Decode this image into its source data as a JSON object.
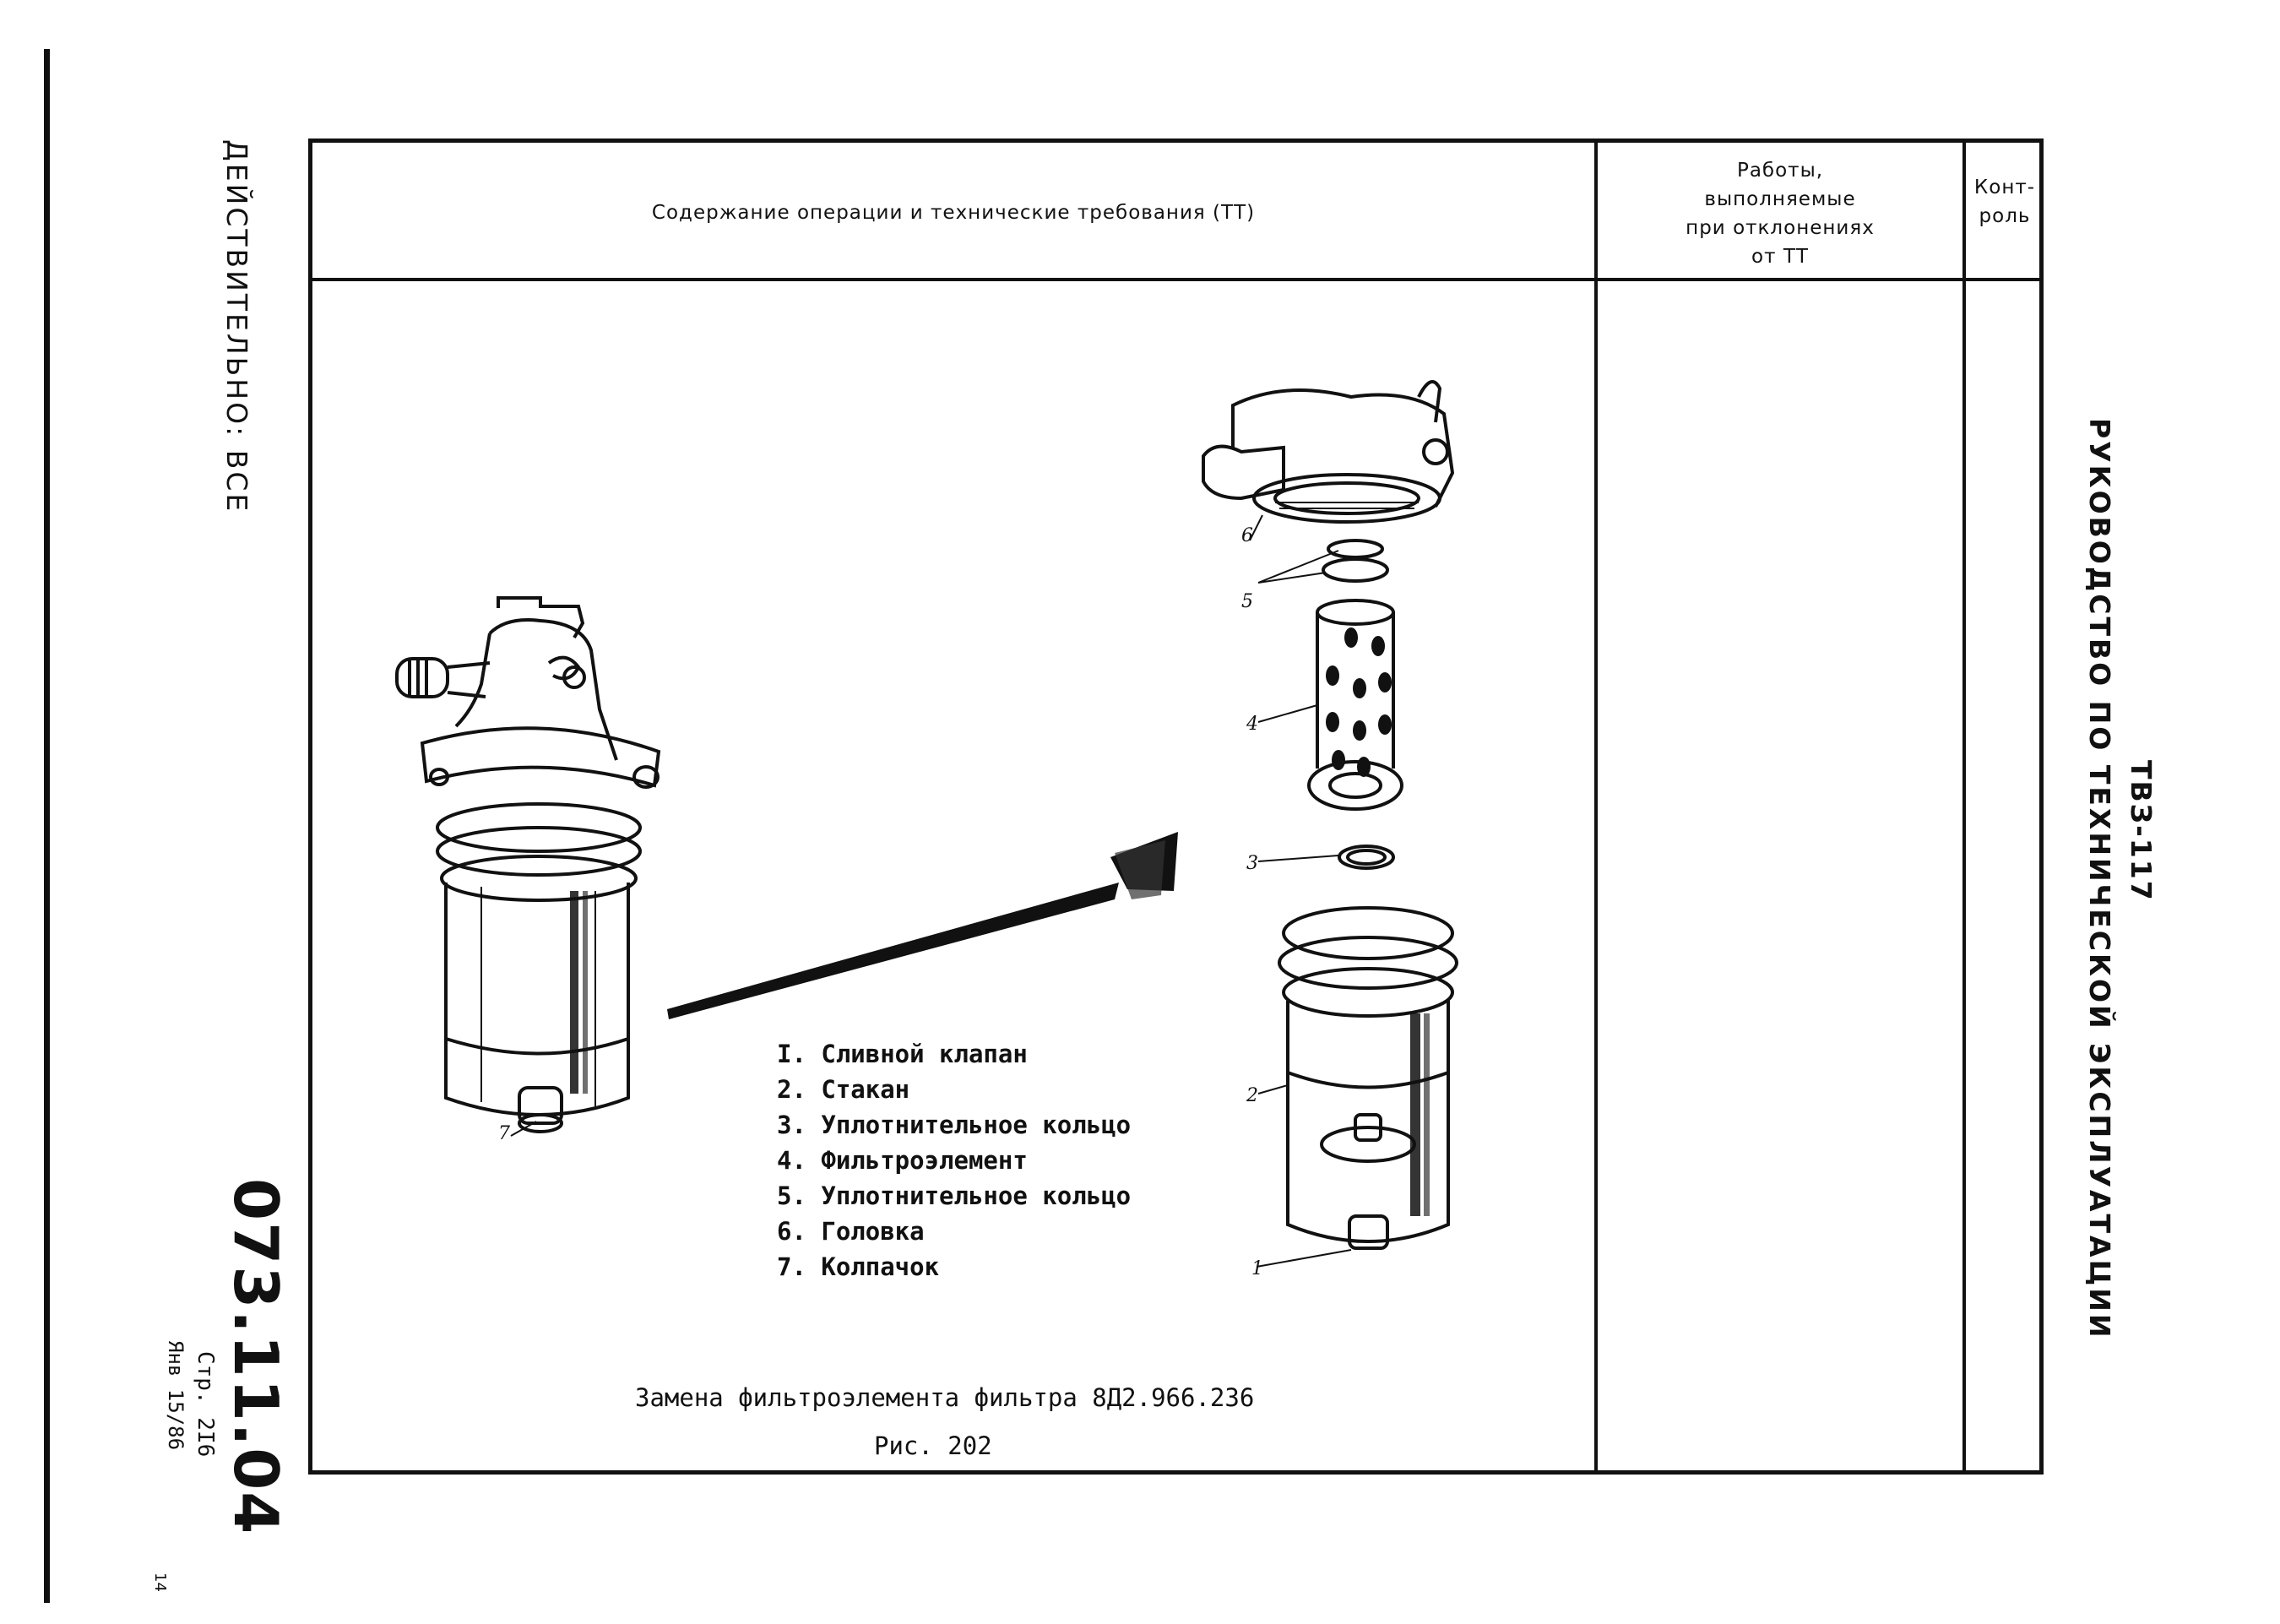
{
  "header": {
    "col_content": "Содержание операции и технические требования (ТТ)",
    "col_works": [
      "Работы,",
      "выполняемые",
      "при отклонениях",
      "от ТТ"
    ],
    "col_control": [
      "Конт-",
      "роль"
    ]
  },
  "side": {
    "effective": "ДЕЙСТВИТЕЛЬНО: ВСЕ",
    "manual_code": "ТВЗ-117",
    "manual_title": "РУКОВОДСТВО ПО ТЕХНИЧЕСКОЙ ЭКСПЛУАТАЦИИ",
    "doc_number": "073.11.04",
    "page": "Стр. 2I6",
    "date": "Янв 15/86",
    "corner": "14"
  },
  "legend": [
    "I. Сливной клапан",
    "2. Стакан",
    "3. Уплотнительное кольцо",
    "4. Фильтроэлемент",
    "5. Уплотнительное кольцо",
    "6. Головка",
    "7. Колпачок"
  ],
  "callouts": [
    "1",
    "2",
    "3",
    "4",
    "5",
    "6",
    "7"
  ],
  "caption": {
    "title": "Замена фильтроэлемента фильтра 8Д2.966.236",
    "figure": "Рис. 202"
  }
}
